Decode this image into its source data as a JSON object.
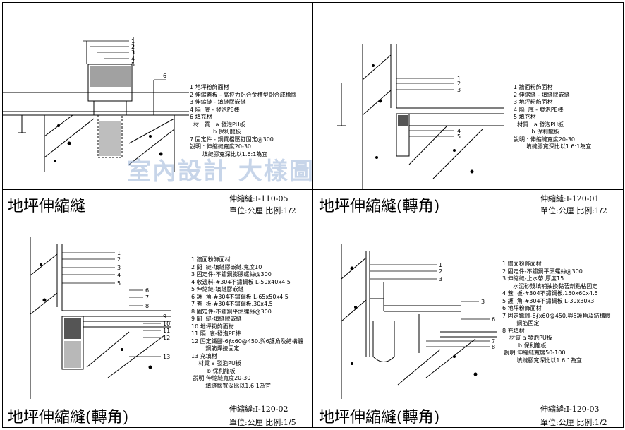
{
  "watermark": "室內設計 大樣圖",
  "panels": [
    {
      "title": "地坪伸縮縫",
      "code": "伸縮縫:I-110-05",
      "unit": "單位:公厘  比例:1/2",
      "labels": [
        "1",
        "2",
        "3",
        "4",
        "5",
        "6"
      ],
      "notes": "1 地坪粉飾面材\n2 伸縮蓋板 - 高拉力鋁合金槽型鋁合成橡膠\n3 伸縮縫 - 填縫膠嵌縫\n4 隔  底 - 發泡PE棒\n6 填充材\n  材   質 : a 發泡PU板\n             b 保利龍板\n7 固定件 - 鋼質檔壓釘固定@300\n說明 : 伸縮縫寬度20-30\n       填縫膠寬深比以1.6:1為宜"
    },
    {
      "title": "地坪伸縮縫(轉角)",
      "code": "伸縮縫:I-120-01",
      "unit": "單位:公厘  比例:1/2",
      "labels": [
        "1",
        "2",
        "3",
        "4",
        "5"
      ],
      "notes": "1 牆面粉飾面材\n2 伸縮縫 - 填縫膠嵌縫\n3 地坪粉飾面材\n4 隔  底 - 發泡PE棒\n5 填充材\n  材質 : a 發泡PU板\n          b 保利龍板\n說明 : 伸縮縫寬度20-30\n       填縫膠寬深比以1.6:1為宜"
    },
    {
      "title": "地坪伸縮縫(轉角)",
      "code": "伸縮縫:I-120-02",
      "unit": "單位:公厘  比例:1/5",
      "labels": [
        "1",
        "2",
        "3",
        "4",
        "5",
        "6",
        "7",
        "8",
        "9",
        "10",
        "11",
        "12",
        "13"
      ],
      "notes": "1 牆面粉飾面材\n2 間  縫-填縫膠嵌縫.寬度10\n3 固定件-不鏽鋼膨脹螺絲@300\n4 收邊料-#304不鏽鋼板 L-50x40x4.5\n5 伸縮縫-填縫膠嵌縫\n6 護  角-#304不鏽鋼板 L-65x50x4.5\n7 蓋  板-#304不鏽鋼板.30x4.5\n8 固定件-不鏽鋼平頭螺絲@300\n9 間  縫-填縫膠嵌縫\n10 地坪粉飾面材\n11 隔  底-發泡PE棒\n12 固定鐵腳-6∮x60@450.與6護角及結構體\n        鋼筋焊接固定\n13 充填材\n    材質 a 發泡PU板\n         b 保利龍板\n 說明 伸縮縫寬度20-30\n        填縫膠寬深比以1.6:1為宜"
    },
    {
      "title": "地坪伸縮縫(轉角)",
      "code": "伸縮縫:I-120-03",
      "unit": "單位:公厘  比例:1/2",
      "labels": [
        "1",
        "2",
        "3",
        "3",
        "6",
        "7",
        "8"
      ],
      "notes": "1 牆面粉飾面材\n2 固定件-不鏽鋼平頭螺絲@300\n3 伸縮縫-止水帶.厚度15\n      水泥砂漿填補抽換黏著劑點粘固定\n4 蓋  板-#304不鏽鋼板.150x60x4.5\n5 護  角-#304不鏽鋼板 L-30x30x3\n6 地坪粉飾面材\n7 固定鐵腳-6∮x60@450.與5護角及結構體\n        鋼筋固定\n8 充填材\n    材質 a 發泡PU板\n         b 保利龍板\n 說明 伸縮縫寬度50-100\n        填縫膠寬深比以1.6:1為宜"
    }
  ]
}
